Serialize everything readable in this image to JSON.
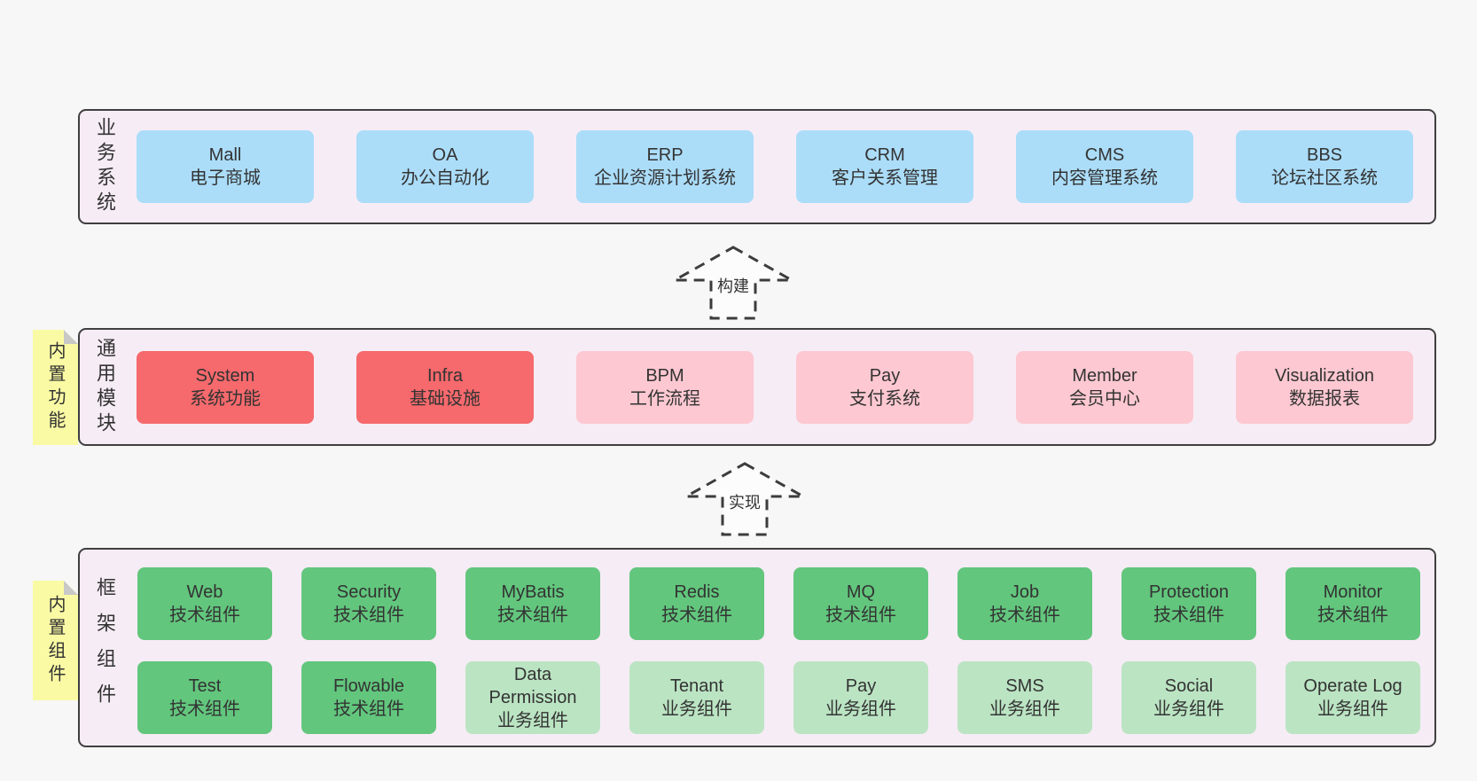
{
  "colors": {
    "page_bg": "#f7f7f7",
    "panel_bg": "#f6ecf5",
    "panel_border": "#3f3f3f",
    "blue_box": "#abddf9",
    "red_box": "#f6696c",
    "pink_box": "#fdc8d1",
    "green_box": "#62c67d",
    "light_green_box": "#bbe4c3",
    "sticky_note": "#fafaa4",
    "note_fold": "#c8c8c8",
    "text": "#333333"
  },
  "panels": [
    {
      "id": "business-systems",
      "side_label": "业务系统",
      "boxes": [
        {
          "name": "Mall",
          "label": "电子商城"
        },
        {
          "name": "OA",
          "label": "办公自动化"
        },
        {
          "name": "ERP",
          "label": "企业资源计划系统"
        },
        {
          "name": "CRM",
          "label": "客户关系管理"
        },
        {
          "name": "CMS",
          "label": "内容管理系统"
        },
        {
          "name": "BBS",
          "label": "论坛社区系统"
        }
      ]
    },
    {
      "id": "common-modules",
      "side_label": "通用模块",
      "note": "内置功能",
      "boxes": [
        {
          "name": "System",
          "label": "系统功能"
        },
        {
          "name": "Infra",
          "label": "基础设施"
        },
        {
          "name": "BPM",
          "label": "工作流程"
        },
        {
          "name": "Pay",
          "label": "支付系统"
        },
        {
          "name": "Member",
          "label": "会员中心"
        },
        {
          "name": "Visualization",
          "label": "数据报表"
        }
      ]
    },
    {
      "id": "framework-components",
      "side_label": "框架组件",
      "note": "内置组件",
      "rows": [
        [
          {
            "name": "Web",
            "label": "技术组件"
          },
          {
            "name": "Security",
            "label": "技术组件"
          },
          {
            "name": "MyBatis",
            "label": "技术组件"
          },
          {
            "name": "Redis",
            "label": "技术组件"
          },
          {
            "name": "MQ",
            "label": "技术组件"
          },
          {
            "name": "Job",
            "label": "技术组件"
          },
          {
            "name": "Protection",
            "label": "技术组件"
          },
          {
            "name": "Monitor",
            "label": "技术组件"
          }
        ],
        [
          {
            "name": "Test",
            "label": "技术组件"
          },
          {
            "name": "Flowable",
            "label": "技术组件"
          },
          {
            "name": "Data Permission",
            "label": "业务组件"
          },
          {
            "name": "Tenant",
            "label": "业务组件"
          },
          {
            "name": "Pay",
            "label": "业务组件"
          },
          {
            "name": "SMS",
            "label": "业务组件"
          },
          {
            "name": "Social",
            "label": "业务组件"
          },
          {
            "name": "Operate Log",
            "label": "业务组件"
          }
        ]
      ]
    }
  ],
  "arrows": [
    {
      "label": "构建"
    },
    {
      "label": "实现"
    }
  ]
}
